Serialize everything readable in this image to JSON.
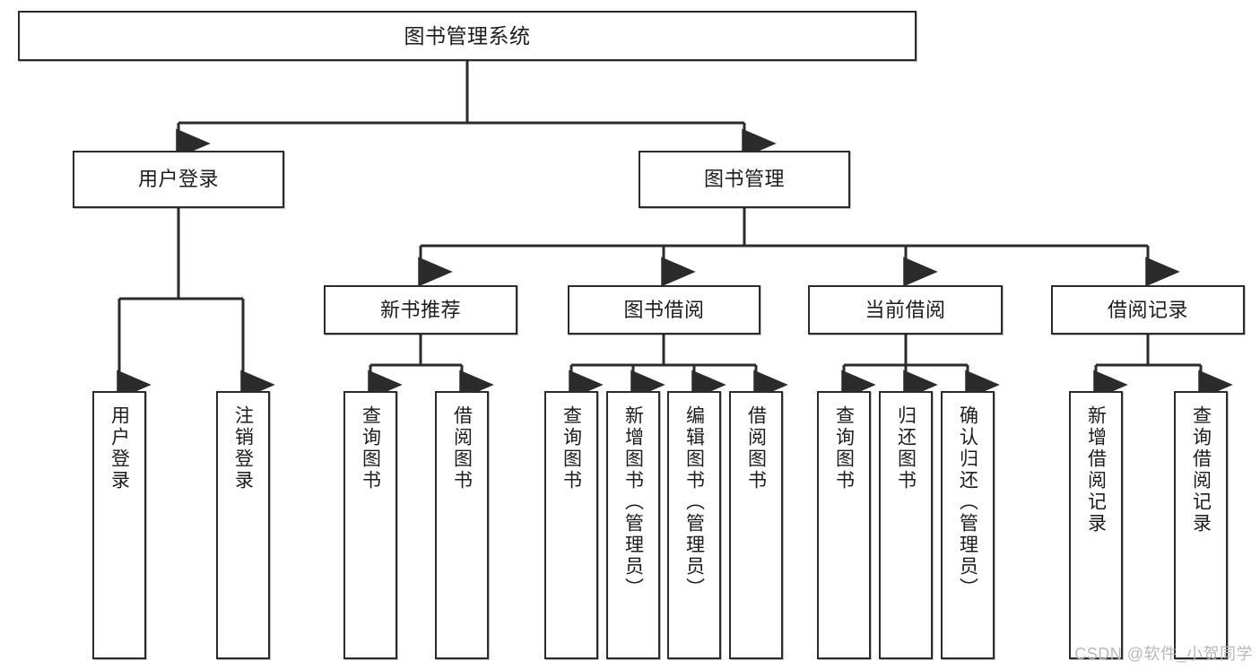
{
  "diagram": {
    "title": "图书管理系统",
    "type": "tree-hierarchy",
    "watermark": "CSDN @软件_小贺同学",
    "colors": {
      "background": "#ffffff",
      "node_border": "#2b2b2b",
      "node_fill": "#ffffff",
      "edge": "#2b2b2b",
      "text": "#1c1c1c",
      "watermark": "#b9b9b9"
    },
    "levels": {
      "root": [
        "图书管理系统"
      ],
      "level2": [
        "用户登录",
        "图书管理"
      ],
      "level3": [
        "新书推荐",
        "图书借阅",
        "当前借阅",
        "借阅记录"
      ],
      "leaves": [
        "用户登录",
        "注销登录",
        "查询图书",
        "借阅图书",
        "查询图书",
        "新增图书（管理员）",
        "编辑图书（管理员）",
        "借阅图书",
        "查询图书",
        "归还图书",
        "确认归还（管理员）",
        "新增借阅记录",
        "查询借阅记录"
      ]
    },
    "nodes": {
      "root": {
        "label": "图书管理系统"
      },
      "user_login": {
        "label": "用户登录"
      },
      "book_mgmt": {
        "label": "图书管理"
      },
      "new_book_rec": {
        "label": "新书推荐"
      },
      "book_borrow": {
        "label": "图书借阅"
      },
      "current_borrow": {
        "label": "当前借阅"
      },
      "borrow_record": {
        "label": "借阅记录"
      },
      "leaf_user_login": {
        "label": "用户登录"
      },
      "leaf_logout": {
        "label": "注销登录"
      },
      "leaf_query_book_1": {
        "label": "查询图书"
      },
      "leaf_borrow_book_1": {
        "label": "借阅图书"
      },
      "leaf_query_book_2": {
        "label": "查询图书"
      },
      "leaf_add_book_admin": {
        "label": "新增图书（管理员）"
      },
      "leaf_edit_book_admin": {
        "label": "编辑图书（管理员）"
      },
      "leaf_borrow_book_2": {
        "label": "借阅图书"
      },
      "leaf_query_book_3": {
        "label": "查询图书"
      },
      "leaf_return_book": {
        "label": "归还图书"
      },
      "leaf_confirm_return_admin": {
        "label": "确认归还（管理员）"
      },
      "leaf_add_borrow_record": {
        "label": "新增借阅记录"
      },
      "leaf_query_borrow_record": {
        "label": "查询借阅记录"
      }
    },
    "edges": [
      {
        "from": "图书管理系统",
        "to": "用户登录"
      },
      {
        "from": "图书管理系统",
        "to": "图书管理"
      },
      {
        "from": "用户登录",
        "to": "用户登录"
      },
      {
        "from": "用户登录",
        "to": "注销登录"
      },
      {
        "from": "图书管理",
        "to": "新书推荐"
      },
      {
        "from": "图书管理",
        "to": "图书借阅"
      },
      {
        "from": "图书管理",
        "to": "当前借阅"
      },
      {
        "from": "图书管理",
        "to": "借阅记录"
      },
      {
        "from": "新书推荐",
        "to": "查询图书"
      },
      {
        "from": "新书推荐",
        "to": "借阅图书"
      },
      {
        "from": "图书借阅",
        "to": "查询图书"
      },
      {
        "from": "图书借阅",
        "to": "新增图书（管理员）"
      },
      {
        "from": "图书借阅",
        "to": "编辑图书（管理员）"
      },
      {
        "from": "图书借阅",
        "to": "借阅图书"
      },
      {
        "from": "当前借阅",
        "to": "查询图书"
      },
      {
        "from": "当前借阅",
        "to": "归还图书"
      },
      {
        "from": "当前借阅",
        "to": "确认归还（管理员）"
      },
      {
        "from": "借阅记录",
        "to": "新增借阅记录"
      },
      {
        "from": "借阅记录",
        "to": "查询借阅记录"
      }
    ]
  }
}
